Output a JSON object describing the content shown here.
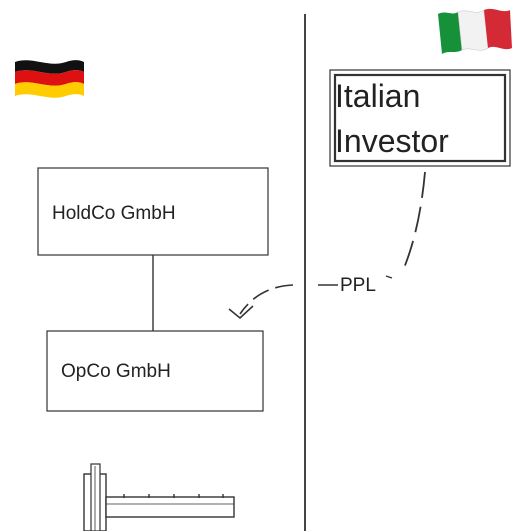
{
  "diagram": {
    "nodes": {
      "holdco": {
        "label": "HoldCo GmbH"
      },
      "opco": {
        "label": "OpCo GmbH"
      },
      "investor": {
        "line1": "Italian",
        "line2": "Investor"
      }
    },
    "edge_label": "PPL",
    "flags": [
      {
        "country": "Germany",
        "icon": "germany-flag-icon",
        "stripes": [
          "#000000",
          "#dd0000",
          "#ffcc00"
        ]
      },
      {
        "country": "Italy",
        "icon": "italy-flag-icon",
        "stripes": [
          "#009246",
          "#ffffff",
          "#ce2b37"
        ]
      }
    ]
  }
}
